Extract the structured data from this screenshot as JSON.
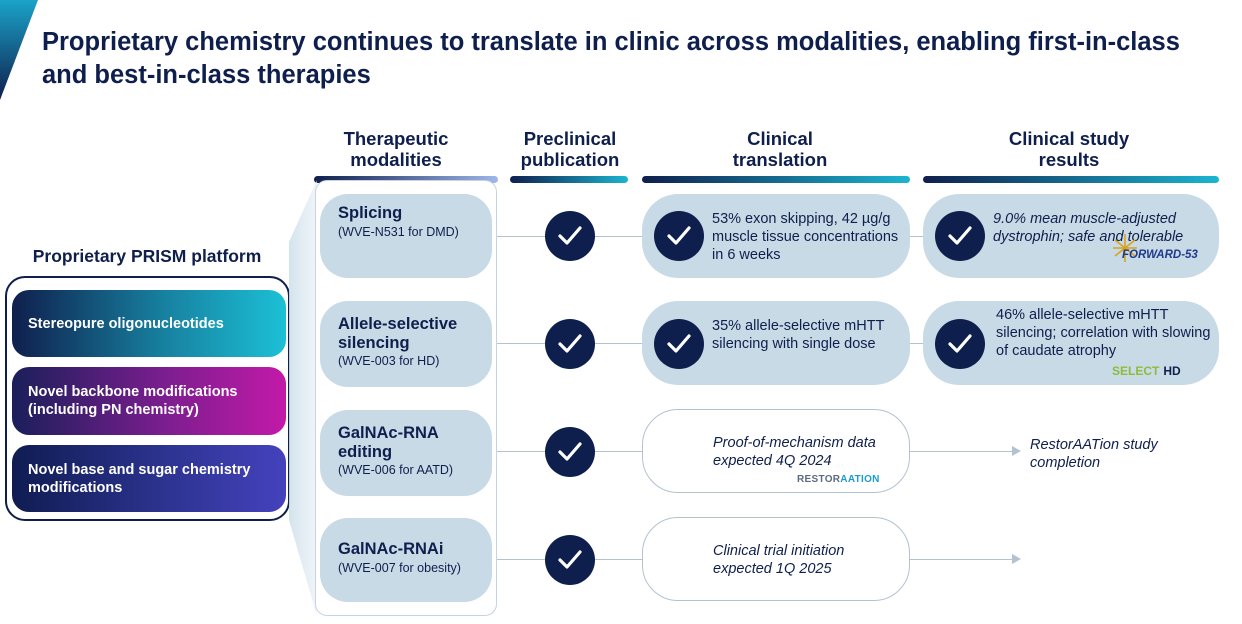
{
  "title": "Proprietary chemistry continues to translate in clinic across modalities, enabling first-in-class and best-in-class therapies",
  "columns": {
    "modalities": "Therapeutic modalities",
    "preclinical": "Preclinical publication",
    "translation": "Clinical translation",
    "results": "Clinical study results"
  },
  "platform": {
    "title": "Proprietary PRISM platform",
    "items": [
      {
        "label": "Stereopure oligonucleotides",
        "color": "#1cb4cf"
      },
      {
        "label": "Novel backbone modifications (including PN chemistry)",
        "color": "#b51ba6"
      },
      {
        "label": "Novel base and sugar chemistry modifications",
        "color": "#3b3fb0"
      }
    ]
  },
  "rows": [
    {
      "modality": "Splicing",
      "program": "(WVE-N531 for DMD)",
      "translation": "53% exon skipping, 42 µg/g muscle tissue concentrations in 6 weeks",
      "result": "9.0% mean muscle-adjusted dystrophin; safe and tolerable",
      "logo": "FORWARD-53"
    },
    {
      "modality": "Allele-selective silencing",
      "program": "(WVE-003 for HD)",
      "translation": "35% allele-selective mHTT silencing with single dose",
      "result": "46% allele-selective mHTT silencing; correlation with slowing of  caudate atrophy",
      "logo_part1": "SELECT",
      "logo_part2": "HD"
    },
    {
      "modality": "GalNAc-RNA editing",
      "program": "(WVE-006 for AATD)",
      "translation": "Proof-of-mechanism data expected 4Q 2024",
      "result": "RestorAATion study completion",
      "logo_part1": "RESTOR",
      "logo_part2": "AATION"
    },
    {
      "modality": "GalNAc-RNAi",
      "program": "(WVE-007 for obesity)",
      "translation": "Clinical trial initiation expected 1Q 2025"
    }
  ],
  "colors": {
    "navy": "#0f1f4d",
    "pill_blue": "#c8dae6",
    "accent_cyan": "#1cb4cf"
  }
}
